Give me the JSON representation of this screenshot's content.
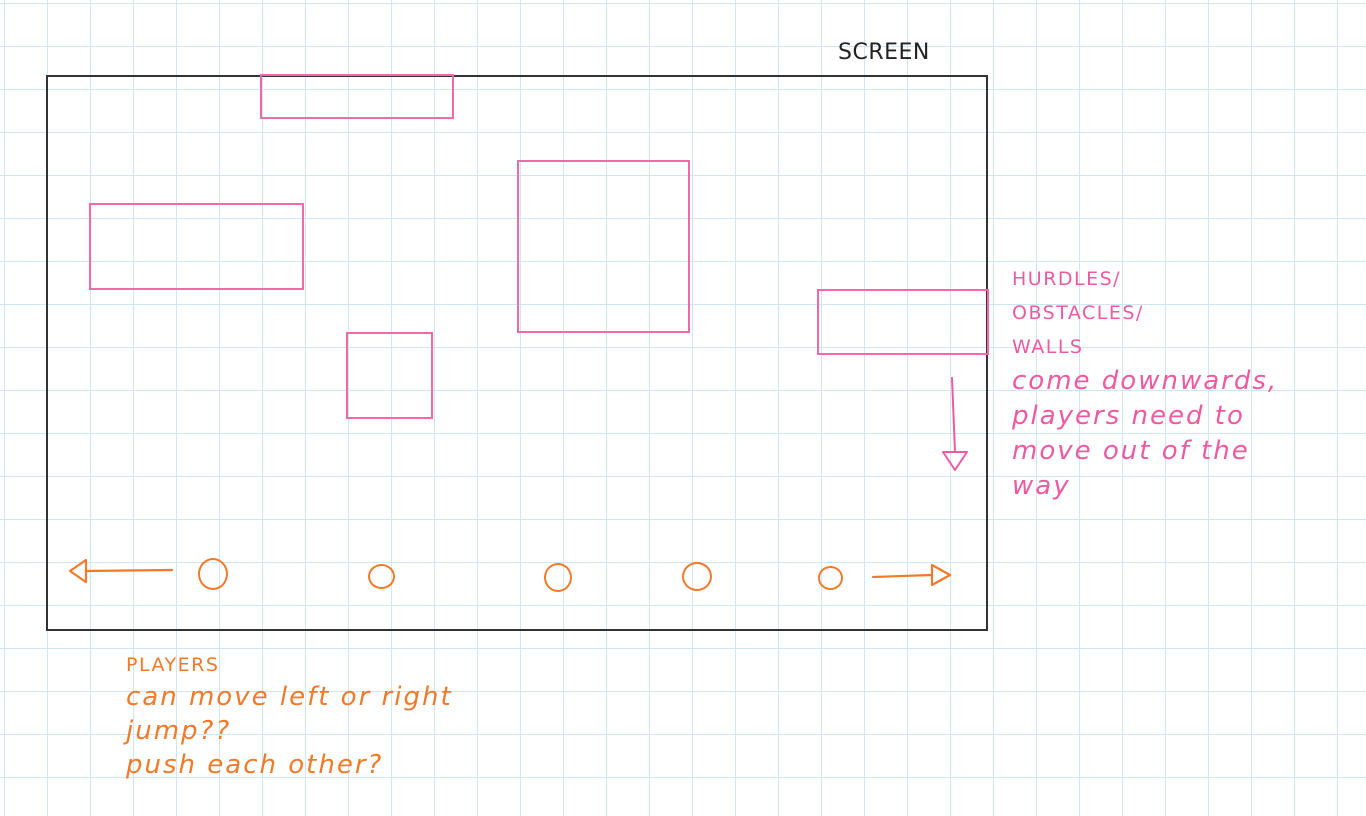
{
  "screen_label": "SCREEN",
  "obstacle_note": {
    "title_lines": [
      "HURDLES/",
      "OBSTACLES/",
      "WALLS"
    ],
    "description_lines": [
      "come downwards,",
      "players need to",
      "move out of the",
      "way"
    ]
  },
  "player_note": {
    "title": "PLAYERS",
    "description_lines": [
      "can move left or right",
      "jump??",
      "push each other?"
    ]
  },
  "colors": {
    "obstacle": "#f06aa8",
    "player": "#f07a2a",
    "frame": "#333333",
    "grid": "#cfe6f5"
  }
}
